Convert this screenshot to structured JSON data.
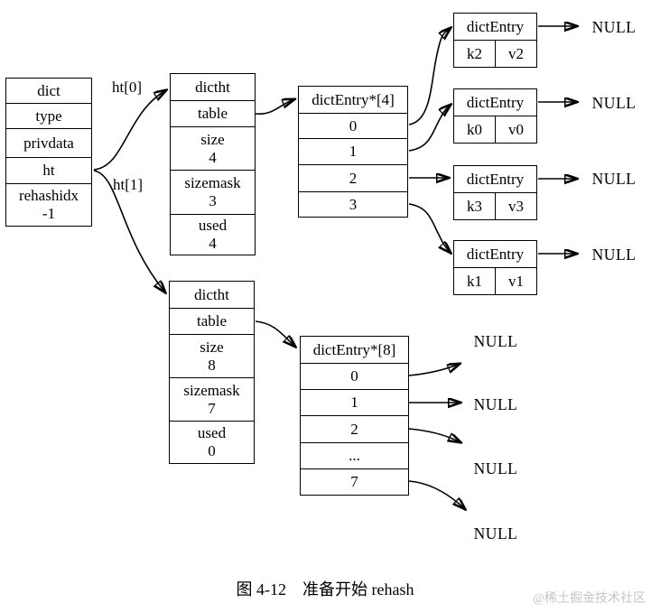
{
  "dict_struct": {
    "rows": [
      [
        "dict"
      ],
      [
        "type"
      ],
      [
        "privdata"
      ],
      [
        "ht"
      ],
      [
        "rehashidx",
        "-1"
      ]
    ]
  },
  "pointer_labels": {
    "ht0": "ht[0]",
    "ht1": "ht[1]"
  },
  "ht0_table": {
    "rows": [
      [
        "dictht"
      ],
      [
        "table"
      ],
      [
        "size",
        "4"
      ],
      [
        "sizemask",
        "3"
      ],
      [
        "used",
        "4"
      ]
    ]
  },
  "ht1_table": {
    "rows": [
      [
        "dictht"
      ],
      [
        "table"
      ],
      [
        "size",
        "8"
      ],
      [
        "sizemask",
        "7"
      ],
      [
        "used",
        "0"
      ]
    ]
  },
  "bucket4": {
    "rows": [
      [
        "dictEntry*[4]"
      ],
      [
        "0"
      ],
      [
        "1"
      ],
      [
        "2"
      ],
      [
        "3"
      ]
    ]
  },
  "bucket8": {
    "rows": [
      [
        "dictEntry*[8]"
      ],
      [
        "0"
      ],
      [
        "1"
      ],
      [
        "2"
      ],
      [
        "..."
      ],
      [
        "7"
      ]
    ]
  },
  "entries": [
    {
      "title": "dictEntry",
      "key": "k2",
      "value": "v2"
    },
    {
      "title": "dictEntry",
      "key": "k0",
      "value": "v0"
    },
    {
      "title": "dictEntry",
      "key": "k3",
      "value": "v3"
    },
    {
      "title": "dictEntry",
      "key": "k1",
      "value": "v1"
    }
  ],
  "null_label": "NULL",
  "caption": "图 4-12　准备开始 rehash",
  "watermark": "@稀土掘金技术社区",
  "colors": {
    "line": "#000000",
    "text": "#000000",
    "watermark": "#c6c6c6",
    "background": "#ffffff"
  }
}
